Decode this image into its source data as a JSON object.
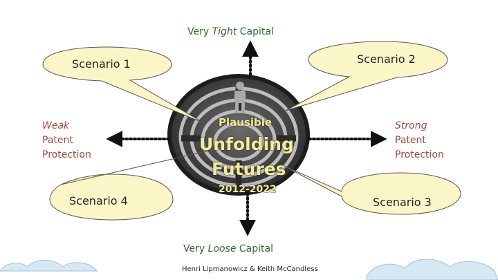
{
  "axes": {
    "top_prefix": "Very ",
    "top_emph": "Tight",
    "top_suffix": " Capital",
    "bottom_prefix": "Very ",
    "bottom_emph": "Loose",
    "bottom_suffix": " Capital",
    "left_emph": "Weak",
    "left_rest_1": "Patent",
    "left_rest_2": "Protection",
    "right_emph": "Strong",
    "right_rest_1": "Patent",
    "right_rest_2": "Protection"
  },
  "scenarios": {
    "s1": "Scenario 1",
    "s2": "Scenario 2",
    "s3": "Scenario 3",
    "s4": "Scenario 4"
  },
  "center": {
    "line1": "Plausible",
    "line2": "Unfolding",
    "line3": "Futures",
    "line4": "2012-2022"
  },
  "credit": "Henri Lipmanowicz & Keith McCandless",
  "colors": {
    "bubble_fill": "#fbf6c8",
    "axis_text": "#2e6b2e",
    "side_text": "#a0483e",
    "arrow": "#111111",
    "cloud": "#cfe4f3"
  }
}
